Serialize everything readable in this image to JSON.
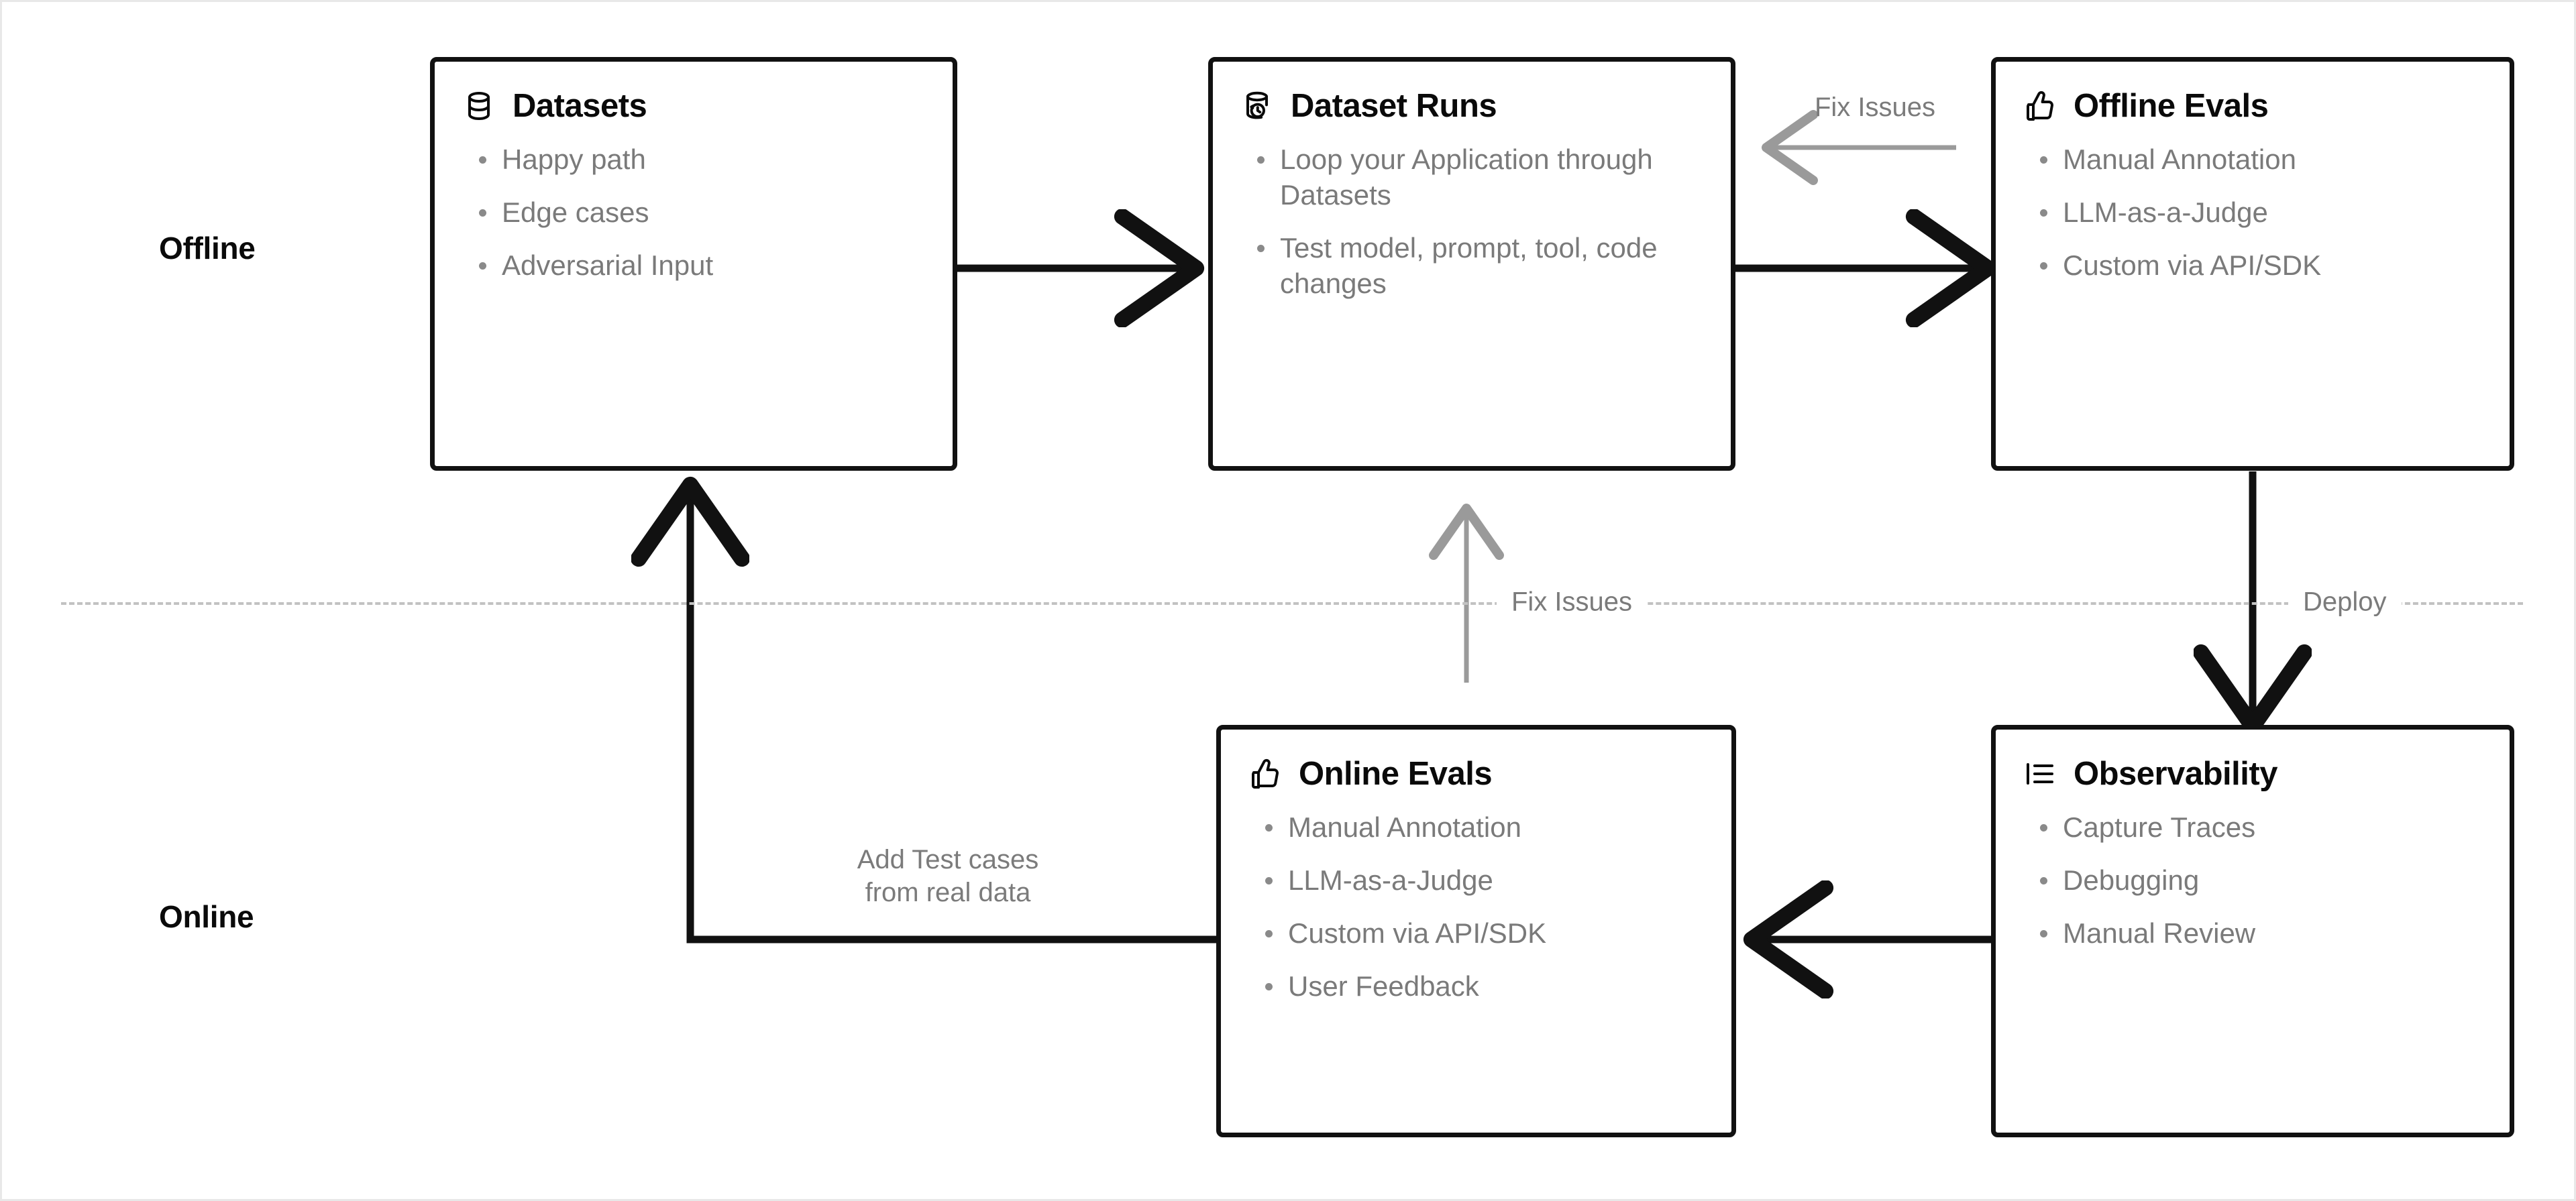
{
  "sections": {
    "offline_label": "Offline",
    "online_label": "Online"
  },
  "divider": {
    "fix_issues_label": "Fix Issues",
    "deploy_label": "Deploy"
  },
  "nodes": {
    "datasets": {
      "title": "Datasets",
      "icon": "database-icon",
      "bullets": [
        "Happy path",
        "Edge cases",
        "Adversarial Input"
      ]
    },
    "dataset_runs": {
      "title": "Dataset Runs",
      "icon": "database-history-icon",
      "bullets": [
        "Loop your Application through Datasets",
        "Test model, prompt, tool, code changes"
      ]
    },
    "offline_evals": {
      "title": "Offline Evals",
      "icon": "thumbs-up-icon",
      "bullets": [
        "Manual Annotation",
        "LLM-as-a-Judge",
        "Custom via API/SDK"
      ]
    },
    "online_evals": {
      "title": "Online Evals",
      "icon": "thumbs-up-icon",
      "bullets": [
        "Manual Annotation",
        "LLM-as-a-Judge",
        "Custom via API/SDK",
        "User Feedback"
      ]
    },
    "observability": {
      "title": "Observability",
      "icon": "list-indent-icon",
      "bullets": [
        "Capture Traces",
        "Debugging",
        "Manual Review"
      ]
    }
  },
  "edges": {
    "fix_issues_top": "Fix Issues",
    "add_test_cases": "Add Test cases\nfrom real data"
  },
  "colors": {
    "ink": "#111111",
    "muted": "#7a7a7a",
    "divider": "#c2c2c2",
    "arrow_gray": "#9a9a9a",
    "frame": "#e8e8e8"
  }
}
